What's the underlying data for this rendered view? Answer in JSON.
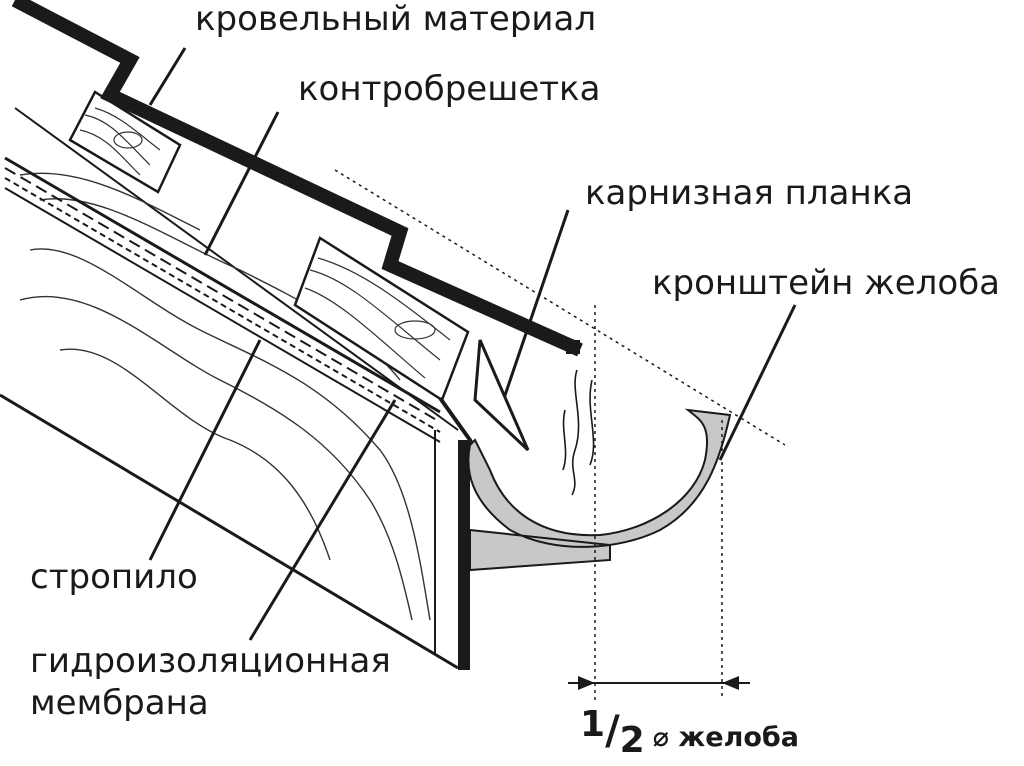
{
  "labels": {
    "roofing": "кровельный материал",
    "counter_batten": "контробрешетка",
    "eaves_strip": "карнизная планка",
    "gutter_bracket": "кронштейн желоба",
    "rafter": "стропило",
    "membrane_line1": "гидроизоляционная",
    "membrane_line2": "мембрана"
  },
  "dimension": {
    "numerator": "1",
    "slash": "/",
    "denominator": "2",
    "text": "⌀ желоба"
  },
  "colors": {
    "ink": "#1a1a1a",
    "bracket_fill": "#c8c8c8",
    "background": "#ffffff"
  }
}
